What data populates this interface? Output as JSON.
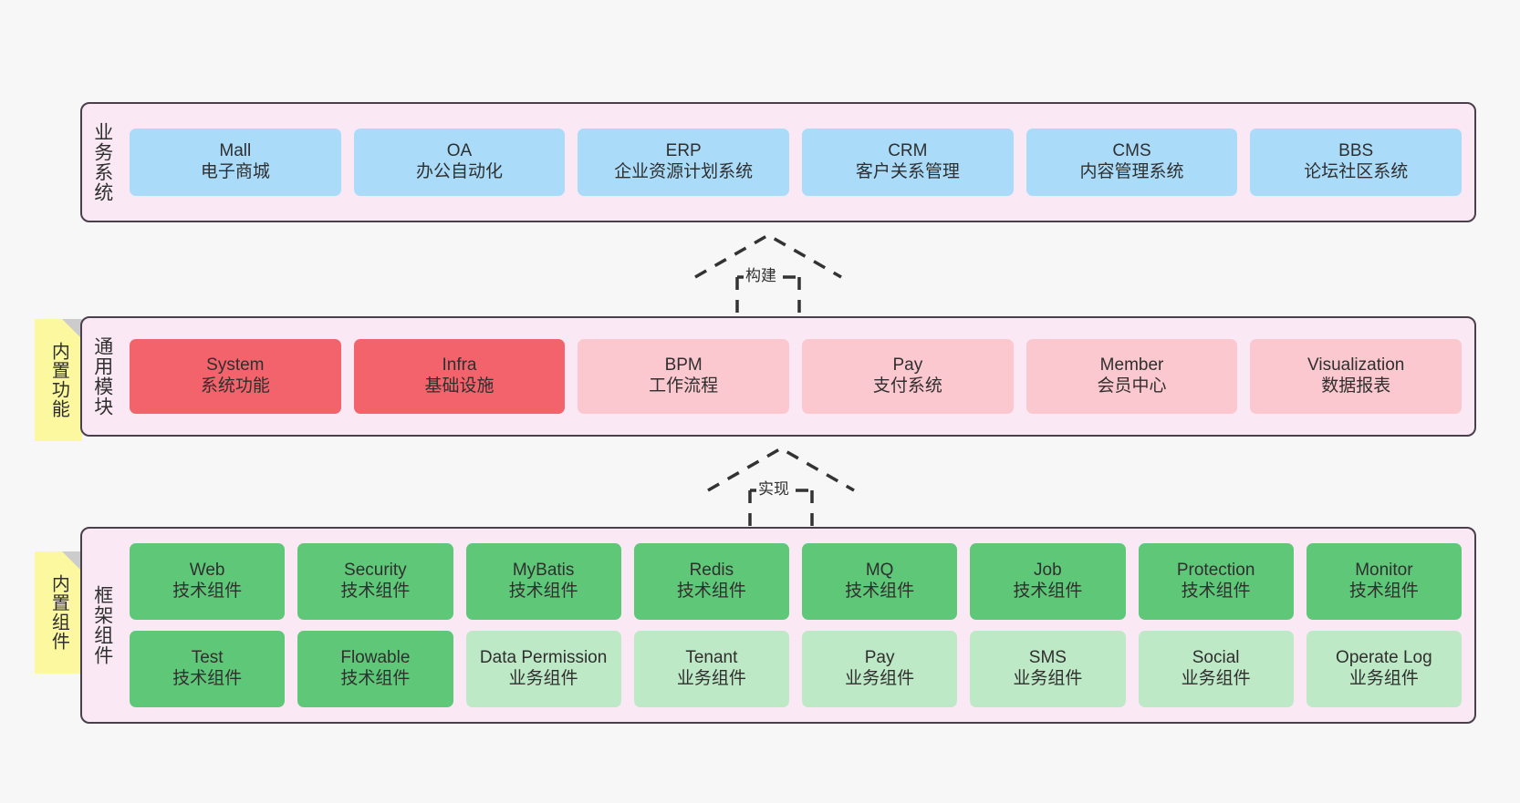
{
  "diagram": {
    "title": "ruoyi-vue-pro architecture layers",
    "background": "#f7f7f7",
    "colors": {
      "layer_bg": "#fae9f4",
      "layer_border": "#4a3f4a",
      "blue": "#aadcfa",
      "red_strong": "#f2636b",
      "red_light": "#fbc8cf",
      "green_strong": "#5fc878",
      "green_light": "#bee9c6",
      "note_yellow": "#fcf8a0",
      "note_fold": "#cccccc",
      "text": "#2f2f2f"
    }
  },
  "layers": [
    {
      "id": "business",
      "title": "业务系统",
      "rows": [
        {
          "cells": [
            {
              "name": "Mall",
              "desc": "电子商城",
              "color": "#aadcfa"
            },
            {
              "name": "OA",
              "desc": "办公自动化",
              "color": "#aadcfa"
            },
            {
              "name": "ERP",
              "desc": "企业资源计划系统",
              "color": "#aadcfa"
            },
            {
              "name": "CRM",
              "desc": "客户关系管理",
              "color": "#aadcfa"
            },
            {
              "name": "CMS",
              "desc": "内容管理系统",
              "color": "#aadcfa"
            },
            {
              "name": "BBS",
              "desc": "论坛社区系统",
              "color": "#aadcfa"
            }
          ]
        }
      ]
    },
    {
      "id": "modules",
      "title": "通用模块",
      "note": "内置功能",
      "rows": [
        {
          "cells": [
            {
              "name": "System",
              "desc": "系统功能",
              "color": "#f2636b"
            },
            {
              "name": "Infra",
              "desc": "基础设施",
              "color": "#f2636b"
            },
            {
              "name": "BPM",
              "desc": "工作流程",
              "color": "#fbc8cf"
            },
            {
              "name": "Pay",
              "desc": "支付系统",
              "color": "#fbc8cf"
            },
            {
              "name": "Member",
              "desc": "会员中心",
              "color": "#fbc8cf"
            },
            {
              "name": "Visualization",
              "desc": "数据报表",
              "color": "#fbc8cf"
            }
          ]
        }
      ]
    },
    {
      "id": "framework",
      "title": "框架组件",
      "note": "内置组件",
      "rows": [
        {
          "cells": [
            {
              "name": "Web",
              "desc": "技术组件",
              "color": "#5fc878"
            },
            {
              "name": "Security",
              "desc": "技术组件",
              "color": "#5fc878"
            },
            {
              "name": "MyBatis",
              "desc": "技术组件",
              "color": "#5fc878"
            },
            {
              "name": "Redis",
              "desc": "技术组件",
              "color": "#5fc878"
            },
            {
              "name": "MQ",
              "desc": "技术组件",
              "color": "#5fc878"
            },
            {
              "name": "Job",
              "desc": "技术组件",
              "color": "#5fc878"
            },
            {
              "name": "Protection",
              "desc": "技术组件",
              "color": "#5fc878"
            },
            {
              "name": "Monitor",
              "desc": "技术组件",
              "color": "#5fc878"
            }
          ]
        },
        {
          "cells": [
            {
              "name": "Test",
              "desc": "技术组件",
              "color": "#5fc878"
            },
            {
              "name": "Flowable",
              "desc": "技术组件",
              "color": "#5fc878"
            },
            {
              "name": "Data Permission",
              "desc": "业务组件",
              "color": "#bee9c6"
            },
            {
              "name": "Tenant",
              "desc": "业务组件",
              "color": "#bee9c6"
            },
            {
              "name": "Pay",
              "desc": "业务组件",
              "color": "#bee9c6"
            },
            {
              "name": "SMS",
              "desc": "业务组件",
              "color": "#bee9c6"
            },
            {
              "name": "Social",
              "desc": "业务组件",
              "color": "#bee9c6"
            },
            {
              "name": "Operate Log",
              "desc": "业务组件",
              "color": "#bee9c6"
            }
          ]
        }
      ]
    }
  ],
  "arrows": [
    {
      "id": "build",
      "label": "构建",
      "from": "modules",
      "to": "business",
      "style": "dashed-generalization"
    },
    {
      "id": "impl",
      "label": "实现",
      "from": "framework",
      "to": "modules",
      "style": "dashed-generalization"
    }
  ]
}
